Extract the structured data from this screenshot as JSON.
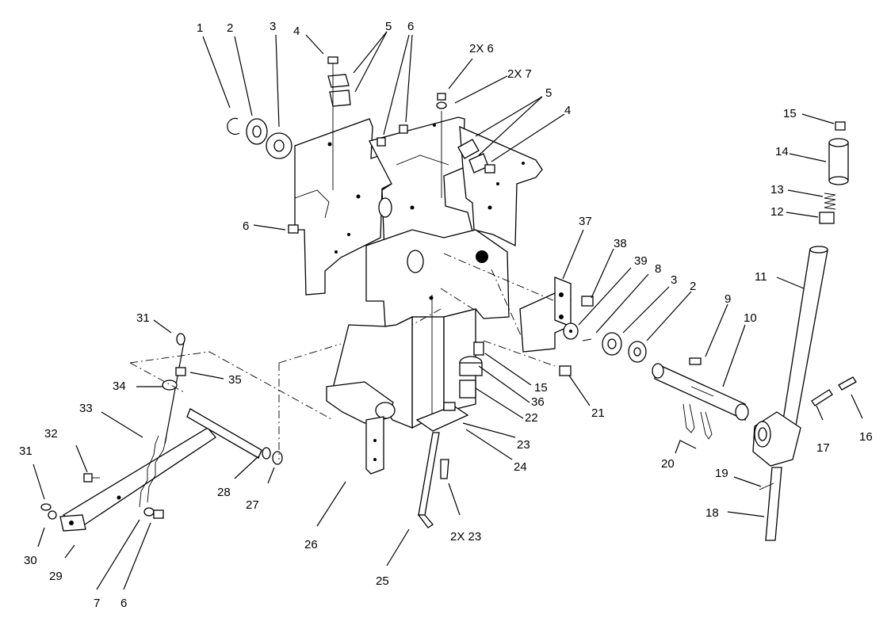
{
  "diagram": {
    "callouts": [
      {
        "id": "c1",
        "text": "1"
      },
      {
        "id": "c2",
        "text": "2"
      },
      {
        "id": "c3",
        "text": "3"
      },
      {
        "id": "c4a",
        "text": "4"
      },
      {
        "id": "c5a",
        "text": "5"
      },
      {
        "id": "c6a",
        "text": "6"
      },
      {
        "id": "c2x6",
        "text": "2X 6"
      },
      {
        "id": "c2x7",
        "text": "2X 7"
      },
      {
        "id": "c5b",
        "text": "5"
      },
      {
        "id": "c4b",
        "text": "4"
      },
      {
        "id": "c15a",
        "text": "15"
      },
      {
        "id": "c14",
        "text": "14"
      },
      {
        "id": "c13",
        "text": "13"
      },
      {
        "id": "c12",
        "text": "12"
      },
      {
        "id": "c11",
        "text": "11"
      },
      {
        "id": "c6b",
        "text": "6"
      },
      {
        "id": "c37",
        "text": "37"
      },
      {
        "id": "c38",
        "text": "38"
      },
      {
        "id": "c39",
        "text": "39"
      },
      {
        "id": "c8",
        "text": "8"
      },
      {
        "id": "c3b",
        "text": "3"
      },
      {
        "id": "c2b",
        "text": "2"
      },
      {
        "id": "c9",
        "text": "9"
      },
      {
        "id": "c10",
        "text": "10"
      },
      {
        "id": "c31a",
        "text": "31"
      },
      {
        "id": "c35",
        "text": "35"
      },
      {
        "id": "c34",
        "text": "34"
      },
      {
        "id": "c33",
        "text": "33"
      },
      {
        "id": "c15b",
        "text": "15"
      },
      {
        "id": "c36",
        "text": "36"
      },
      {
        "id": "c22",
        "text": "22"
      },
      {
        "id": "c21",
        "text": "21"
      },
      {
        "id": "c23",
        "text": "23"
      },
      {
        "id": "c24",
        "text": "24"
      },
      {
        "id": "c20",
        "text": "20"
      },
      {
        "id": "c17",
        "text": "17"
      },
      {
        "id": "c16",
        "text": "16"
      },
      {
        "id": "c32",
        "text": "32"
      },
      {
        "id": "c31b",
        "text": "31"
      },
      {
        "id": "c28",
        "text": "28"
      },
      {
        "id": "c27",
        "text": "27"
      },
      {
        "id": "c2x23",
        "text": "2X 23"
      },
      {
        "id": "c19",
        "text": "19"
      },
      {
        "id": "c18",
        "text": "18"
      },
      {
        "id": "c30",
        "text": "30"
      },
      {
        "id": "c29",
        "text": "29"
      },
      {
        "id": "c26",
        "text": "26"
      },
      {
        "id": "c25",
        "text": "25"
      },
      {
        "id": "c7",
        "text": "7"
      },
      {
        "id": "c6c",
        "text": "6"
      }
    ]
  }
}
